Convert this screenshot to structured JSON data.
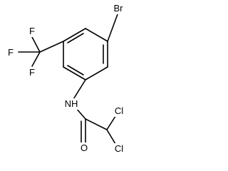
{
  "molecule": {
    "atoms": {
      "br": "Br",
      "f_top": "F",
      "f_left": "F",
      "f_bottom": "F",
      "nh": "NH",
      "o": "O",
      "cl_top": "Cl",
      "cl_bottom": "Cl"
    }
  },
  "colors": {
    "bond": "#000000",
    "text": "#000000",
    "background": "#ffffff"
  }
}
